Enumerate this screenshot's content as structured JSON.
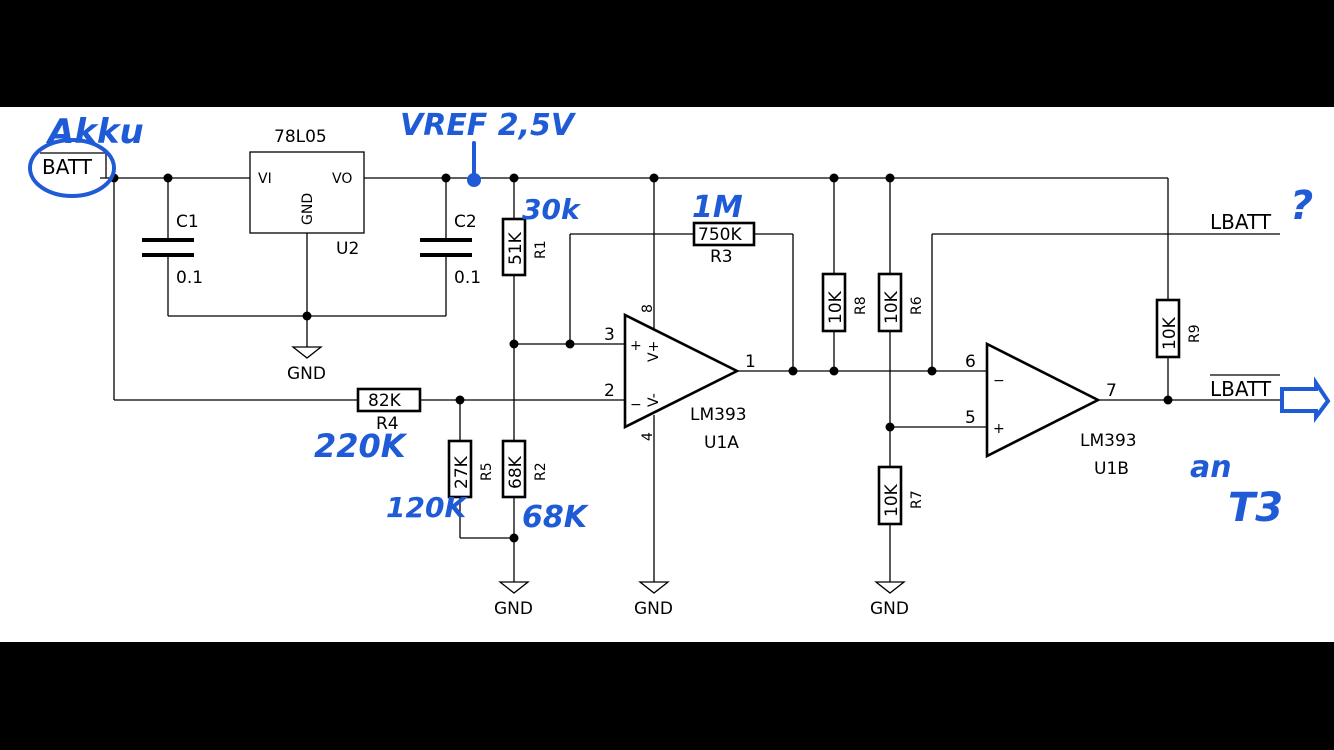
{
  "regulator": {
    "part": "78L05",
    "ref": "U2",
    "vi": "VI",
    "vo": "VO",
    "gnd": "GND"
  },
  "caps": [
    {
      "ref": "C1",
      "value": "0.1"
    },
    {
      "ref": "C2",
      "value": "0.1"
    }
  ],
  "resistors": {
    "r1": {
      "ref": "R1",
      "value": "51K"
    },
    "r2": {
      "ref": "R2",
      "value": "68K"
    },
    "r3": {
      "ref": "R3",
      "value": "750K"
    },
    "r4": {
      "ref": "R4",
      "value": "82K"
    },
    "r5": {
      "ref": "R5",
      "value": "27K"
    },
    "r6": {
      "ref": "R6",
      "value": "10K"
    },
    "r7": {
      "ref": "R7",
      "value": "10K"
    },
    "r8": {
      "ref": "R8",
      "value": "10K"
    },
    "r9": {
      "ref": "R9",
      "value": "10K"
    }
  },
  "comparators": {
    "u1a": {
      "part": "LM393",
      "ref": "U1A",
      "pin_plus": "3",
      "pin_minus": "2",
      "pin_out": "1",
      "pin_vcc": "8",
      "pin_gnd": "4",
      "vplus": "V+",
      "vminus": "V-"
    },
    "u1b": {
      "part": "LM393",
      "ref": "U1B",
      "pin_minus": "6",
      "pin_plus": "5",
      "pin_out": "7"
    }
  },
  "nets": {
    "batt": "BATT",
    "lbatt": "LBATT",
    "lbatt_inv": "LBATT",
    "gnd": "GND"
  },
  "handwritten": {
    "akku": "Akku",
    "vref": "VREF 2,5V",
    "r1_alt": "30k",
    "r3_alt": "1M",
    "r4_alt": "220K",
    "r5_alt": "120K",
    "r2_alt": "68K",
    "lbatt_note": "?",
    "out_note_1": "an",
    "out_note_2": "T3"
  },
  "colors": {
    "ink": "#000000",
    "handwriting": "#1f5bd6",
    "background": "#ffffff",
    "frame": "#000000"
  }
}
